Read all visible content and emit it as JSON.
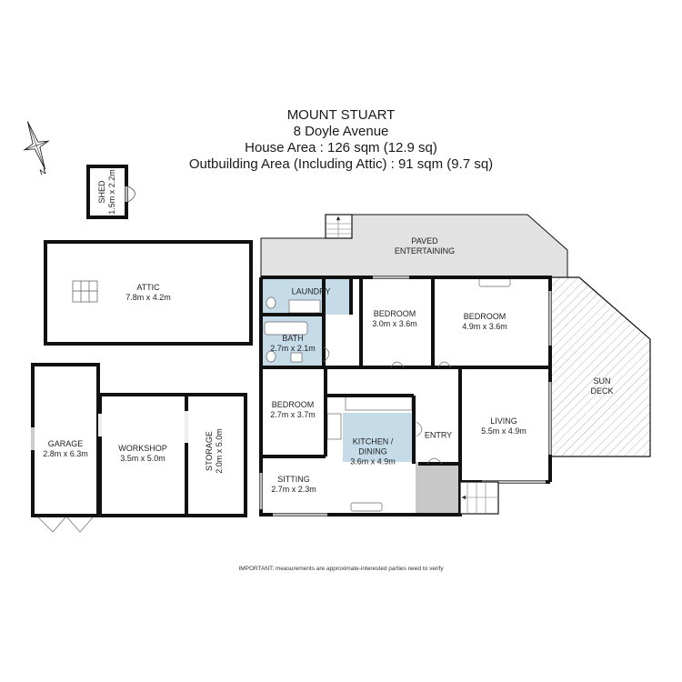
{
  "header": {
    "suburb": "MOUNT STUART",
    "address": "8 Doyle Avenue",
    "house_area": "House Area : 126 sqm (12.9 sq)",
    "outbuilding_area": "Outbuilding Area (Including Attic) : 91 sqm (9.7 sq)"
  },
  "compass": {
    "icon": "north-arrow-icon",
    "label": "N"
  },
  "rooms": {
    "shed": {
      "name": "SHED",
      "size": "1.5m x 2.2m"
    },
    "attic": {
      "name": "ATTIC",
      "size": "7.8m x 4.2m"
    },
    "garage": {
      "name": "GARAGE",
      "size": "2.8m x 6.3m"
    },
    "workshop": {
      "name": "WORKSHOP",
      "size": "3.5m x 5.0m"
    },
    "storage": {
      "name": "STORAGE",
      "size": "2.0m x 5.0m"
    },
    "paved": {
      "name": "PAVED",
      "name2": "ENTERTAINING"
    },
    "laundry": {
      "name": "LAUNDRY"
    },
    "bath": {
      "name": "BATH",
      "size": "2.7m x 2.1m"
    },
    "bedroom1": {
      "name": "BEDROOM",
      "size": "3.0m x 3.6m"
    },
    "bedroom2": {
      "name": "BEDROOM",
      "size": "4.9m x 3.6m"
    },
    "bedroom3": {
      "name": "BEDROOM",
      "size": "2.7m x 3.7m"
    },
    "kitchen": {
      "name": "KITCHEN /",
      "name2": "DINING",
      "size": "3.6m x 4.9m"
    },
    "entry": {
      "name": "ENTRY"
    },
    "living": {
      "name": "LIVING",
      "size": "5.5m x 4.9m"
    },
    "sitting": {
      "name": "SITTING",
      "size": "2.7m x 2.3m"
    },
    "sundeck": {
      "name": "SUN",
      "name2": "DECK"
    }
  },
  "colors": {
    "wall": "#111111",
    "wet_area": "#c5dbe8",
    "paved": "#e2e2e2",
    "porch": "#c8c8c8",
    "hatch": "#9a9a9a"
  },
  "footer": {
    "disclaimer": "IMPORTANT: measurements are approximate-interested parties need to verify"
  }
}
